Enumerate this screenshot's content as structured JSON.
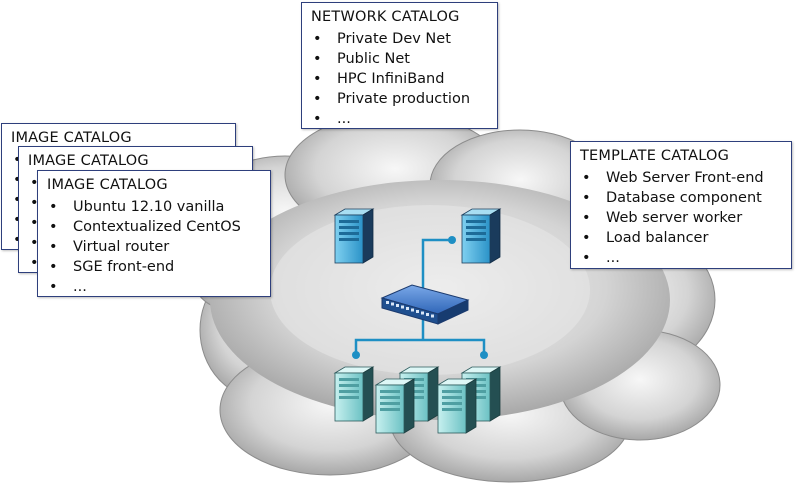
{
  "network_catalog": {
    "title": "NETWORK CATALOG",
    "items": [
      "Private Dev Net",
      "Public Net",
      "HPC InfiniBand",
      "Private production",
      "..."
    ]
  },
  "template_catalog": {
    "title": "TEMPLATE CATALOG",
    "items": [
      "Web Server Front-end",
      "Database component",
      "Web server worker",
      "Load balancer",
      "..."
    ]
  },
  "image_catalogs": [
    {
      "title": "IMAGE CATALOG"
    },
    {
      "title": "IMAGE CATALOG"
    },
    {
      "title": "IMAGE CATALOG",
      "items": [
        "Ubuntu 12.10 vanilla",
        "Contextualized CentOS",
        "Virtual router",
        "SGE front-end",
        "..."
      ]
    }
  ],
  "colors": {
    "border": "#2e3f7c",
    "network_line": "#1e8fc4",
    "server_blue": "#4fb3dd",
    "server_teal": "#8fd6d6",
    "switch": "#2f66b8"
  },
  "icons": [
    "cloud-icon",
    "server-icon",
    "network-switch-icon"
  ]
}
